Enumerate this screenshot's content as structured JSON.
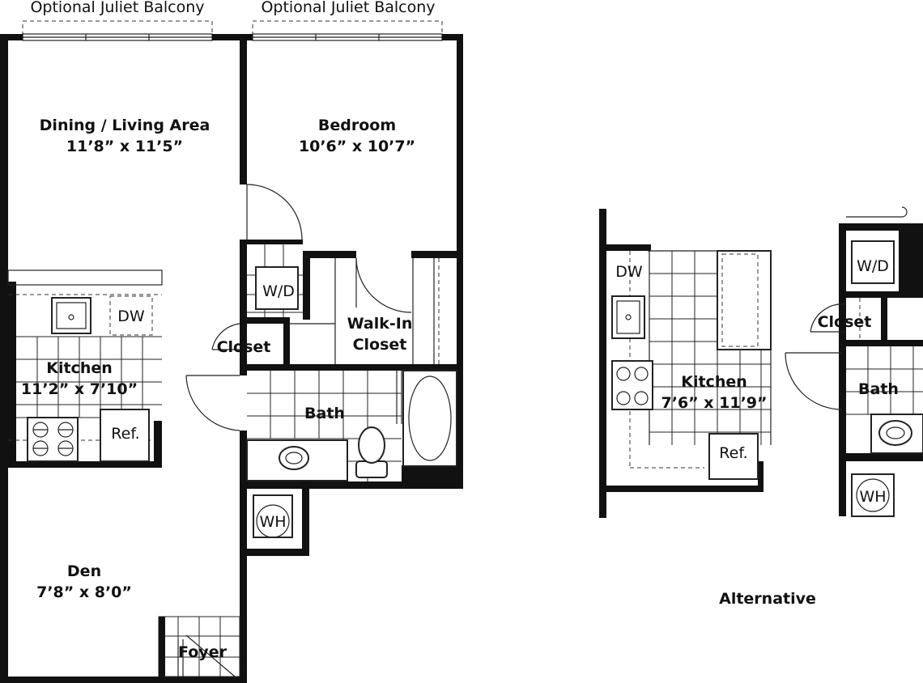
{
  "main_plan": {
    "balcony_left": "Optional Juliet Balcony",
    "balcony_right": "Optional Juliet Balcony",
    "living": {
      "name": "Dining / Living Area",
      "size": "11’8” x 11’5”"
    },
    "bedroom": {
      "name": "Bedroom",
      "size": "10’6” x 10’7”"
    },
    "kitchen": {
      "name": "Kitchen",
      "size": "11’2” x 7’10”"
    },
    "den": {
      "name": "Den",
      "size": "7’8” x 8’0”"
    },
    "walk_in_closet": {
      "line1": "Walk-In",
      "line2": "Closet"
    },
    "bath": "Bath",
    "closet": "Closet",
    "foyer": "Foyer",
    "washer_dryer": "W/D",
    "dishwasher": "DW",
    "refrigerator": "Ref.",
    "water_heater": "WH"
  },
  "alternative_plan": {
    "caption": "Alternative",
    "kitchen": {
      "name": "Kitchen",
      "size": "7’6” x 11’9”"
    },
    "dishwasher": "DW",
    "refrigerator": "Ref.",
    "washer_dryer": "W/D",
    "closet": "Closet",
    "bath": "Bath",
    "water_heater": "WH"
  }
}
